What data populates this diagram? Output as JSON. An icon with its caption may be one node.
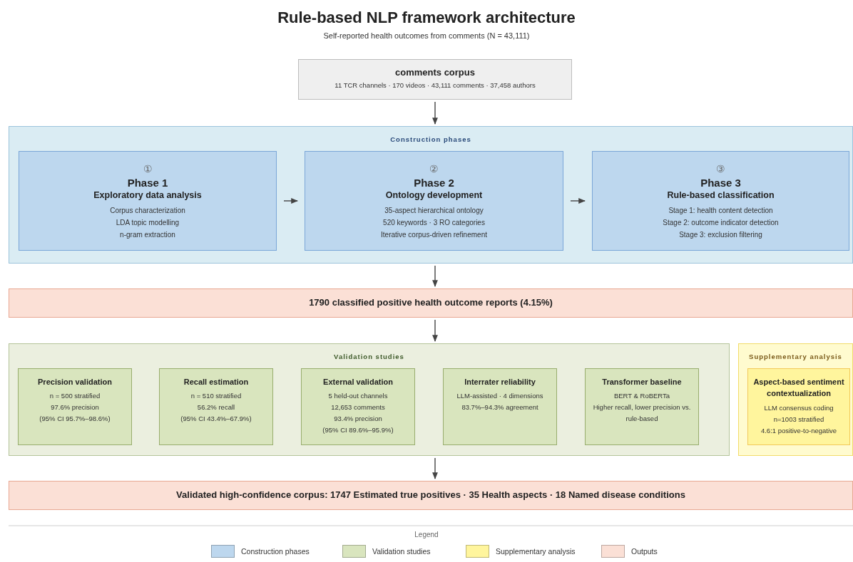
{
  "diagram": {
    "title": "Rule-based NLP framework architecture",
    "caption": "Self-reported health outcomes from comments (N = 43,111)",
    "nodes": [
      {
        "text": [
          "comments corpus",
          "11 TCR channels · 170 videos · 43,111 comments · 37,458 authors"
        ]
      },
      {
        "text": [
          "Construction phases"
        ]
      },
      {
        "text": [
          "①",
          "Phase 1",
          "Exploratory data analysis",
          "Corpus characterization",
          "LDA topic modelling",
          "n-gram extraction"
        ],
        "in": 1
      },
      {
        "text": [
          "②",
          "Phase 2",
          "Ontology development",
          "35-aspect hierarchical ontology",
          "520 keywords · 3 RO categories",
          "Iterative corpus-driven refinement"
        ],
        "in": 1
      },
      {
        "text": [
          "③",
          "Phase 3",
          "Rule-based classification",
          "Stage 1: health content detection",
          "Stage 2: outcome indicator detection",
          "Stage 3: exclusion filtering"
        ],
        "in": 1
      },
      {
        "text": [
          "1790 classified positive health outcome reports (4.15%)"
        ]
      },
      {
        "text": [
          "Validation studies"
        ]
      },
      {
        "text": [
          "Precision validation",
          "n = 500 stratified",
          "97.6% precision",
          "(95% CI 95.7%–98.6%)"
        ],
        "in": 6
      },
      {
        "text": [
          "Recall estimation",
          "n = 510 stratified",
          "56.2% recall",
          "(95% CI 43.4%–67.9%)"
        ],
        "in": 6
      },
      {
        "text": [
          "External validation",
          "5 held-out channels",
          "12,653 comments",
          "93.4% precision",
          "(95% CI 89.6%–95.9%)"
        ],
        "in": 6
      },
      {
        "text": [
          "Interrater reliability",
          "LLM-assisted · 4 dimensions",
          "83.7%–94.3% agreement"
        ],
        "in": 6
      },
      {
        "text": [
          "Transformer baseline",
          "BERT & RoBERTa",
          "Higher recall, lower precision vs. rule-based"
        ],
        "in": 6
      },
      {
        "text": [
          "Supplementary analysis"
        ]
      },
      {
        "text": [
          "Aspect-based sentiment contextualization",
          "LLM consensus coding",
          "n=1003 stratified",
          "4.6:1 positive-to-negative"
        ],
        "in": 12
      },
      {
        "text": [
          "Validated high-confidence corpus: 1747 Estimated true positives · 35 Health aspects · 18 Named disease conditions"
        ]
      }
    ],
    "edges": [
      {
        "from": 0,
        "to": 1,
        "arrow": "to"
      },
      {
        "from": 2,
        "to": 3,
        "arrow": "to"
      },
      {
        "from": 3,
        "to": 4,
        "arrow": "to"
      },
      {
        "from": 1,
        "to": 5,
        "arrow": "to"
      },
      {
        "from": 5,
        "to": 6,
        "arrow": "to"
      },
      {
        "from": 6,
        "to": 14,
        "arrow": "to"
      }
    ],
    "labels": [
      "Legend"
    ],
    "legend": [
      {
        "text": "Construction phases",
        "color": "#bdd7ee"
      },
      {
        "text": "Validation studies",
        "color": "#d9e5be"
      },
      {
        "text": "Supplementary analysis",
        "color": "#fff59d"
      },
      {
        "text": "Outputs",
        "color": "#fbe0d6"
      }
    ]
  }
}
